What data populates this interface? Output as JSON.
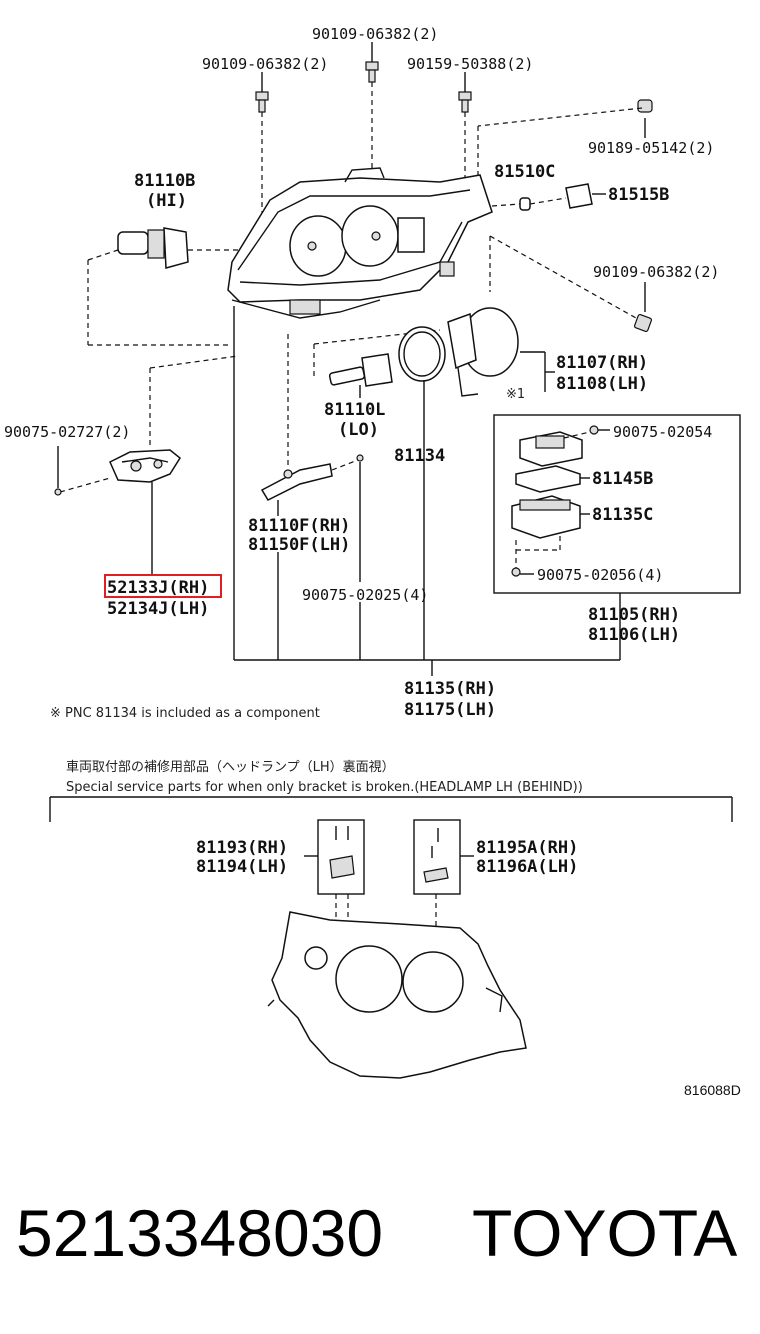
{
  "labels": {
    "p90109_top": "90109-06382(2)",
    "p90109_left": "90109-06382(2)",
    "p90159": "90159-50388(2)",
    "p90189": "90189-05142(2)",
    "p81110b": "81110B",
    "p81110b_sub": "(HI)",
    "p81510c": "81510C",
    "p81515b": "81515B",
    "p90109_right": "90109-06382(2)",
    "p81107": "81107(RH)",
    "p81108": "81108(LH)",
    "p_ref1": "※1",
    "p81110l": "81110L",
    "p81110l_sub": "(LO)",
    "p81134": "81134",
    "p90075_left": "90075-02727(2)",
    "p90075_02054": "90075-02054",
    "p81145b": "81145B",
    "p81135c": "81135C",
    "p90075_02056": "90075-02056(4)",
    "p81110f": "81110F(RH)",
    "p81150f": "81150F(LH)",
    "p52133j": "52133J(RH)",
    "p52134j": "52134J(LH)",
    "p90075_02025": "90075-02025(4)",
    "p81105": "81105(RH)",
    "p81106": "81106(LH)",
    "p81135": "81135(RH)",
    "p81175": "81175(LH)",
    "p81193": "81193(RH)",
    "p81194": "81194(LH)",
    "p81195a": "81195A(RH)",
    "p81196a": "81196A(LH)"
  },
  "notes": {
    "pnc_note": "※ PNC 81134 is included as a component",
    "jp_title": "車両取付部の補修用部品（ヘッドランプ（LH）裏面視）",
    "en_title": "Special service parts for when only bracket is broken.(HEADLAMP LH (BEHIND))",
    "diagram_code": "816088D"
  },
  "footer": {
    "part_number": "5213348030",
    "brand": "TOYOTA"
  },
  "colors": {
    "highlight": "#e02020",
    "line": "#111111"
  },
  "highlighted_part": "52133J(RH)"
}
